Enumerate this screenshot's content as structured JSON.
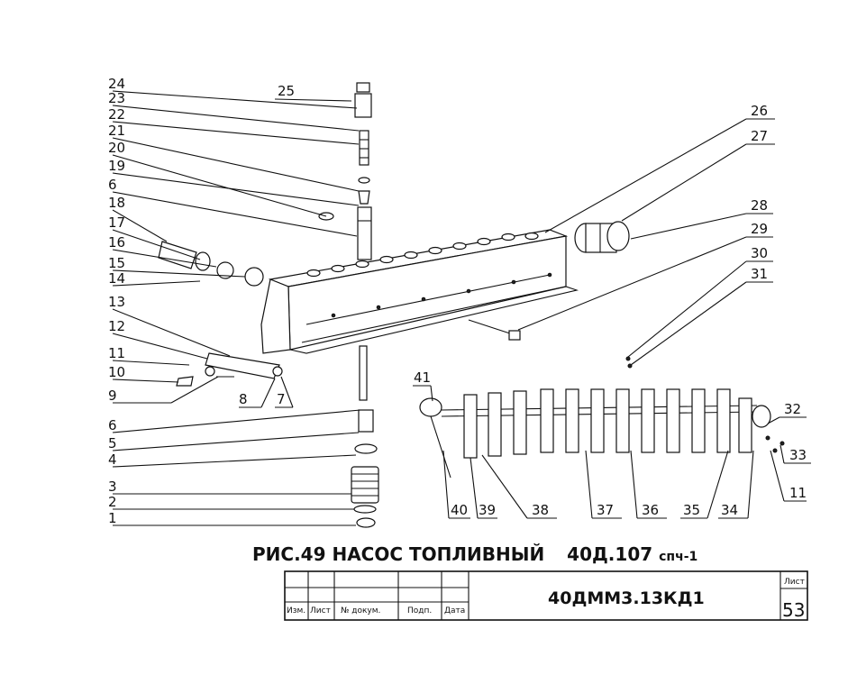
{
  "figure": {
    "title": "РИС.49 НАСОС ТОПЛИВНЫЙ",
    "model": "40Д.107",
    "model_suffix": "спч-1"
  },
  "callouts": [
    "1",
    "2",
    "3",
    "4",
    "5",
    "6",
    "7",
    "8",
    "9",
    "10",
    "11",
    "12",
    "13",
    "14",
    "15",
    "16",
    "17",
    "18",
    "6",
    "19",
    "20",
    "21",
    "22",
    "23",
    "24",
    "25",
    "26",
    "27",
    "28",
    "29",
    "30",
    "31",
    "32",
    "33",
    "11",
    "34",
    "35",
    "36",
    "37",
    "38",
    "39",
    "40",
    "41"
  ],
  "title_block": {
    "headers": [
      "Изм.",
      "Лист",
      "№ докум.",
      "Подп.",
      "Дата"
    ],
    "code": "40ДММ3.13КД1",
    "sheet_label": "Лист",
    "sheet_number": "53"
  }
}
